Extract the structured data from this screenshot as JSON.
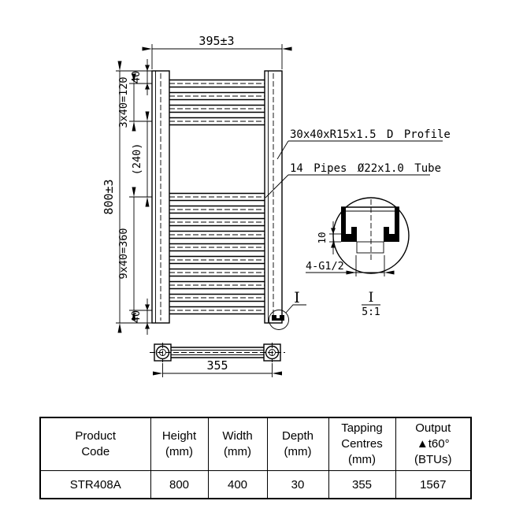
{
  "drawing": {
    "front": {
      "width_dim": "395±3",
      "height_dim": "800±3",
      "top_offset": "40",
      "top_group": "3x40=120",
      "mid_gap": "(240)",
      "bottom_group": "9x40=360",
      "bottom_offset": "40",
      "callout": "I"
    },
    "labels": {
      "profile": "30x40xR15x1.5 D Profile",
      "pipes": "14 Pipes Ø22x1.0 Tube"
    },
    "detail": {
      "thickness": "10",
      "thread": "4-G1/2",
      "id": "I",
      "scale": "5:1"
    },
    "plan": {
      "centres": "355"
    }
  },
  "table": {
    "columns": [
      {
        "lines": [
          "Product",
          "Code"
        ]
      },
      {
        "lines": [
          "Height",
          "(mm)"
        ]
      },
      {
        "lines": [
          "Width",
          "(mm)"
        ]
      },
      {
        "lines": [
          "Depth",
          "(mm)"
        ]
      },
      {
        "lines": [
          "Tapping",
          "Centres",
          "(mm)"
        ]
      },
      {
        "lines": [
          "Output",
          "▲t60° (BTUs)"
        ]
      }
    ],
    "row": [
      "STR408A",
      "800",
      "400",
      "30",
      "355",
      "1567"
    ]
  },
  "colors": {
    "line": "#000000",
    "background": "#ffffff"
  }
}
